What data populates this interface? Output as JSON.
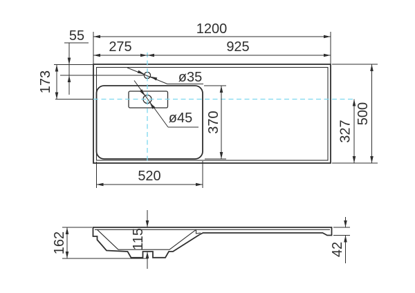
{
  "plan": {
    "total_width": "1200",
    "left_span": "275",
    "right_span": "925",
    "tap_hole_offset": "55",
    "drain_offset": "173",
    "bowl_depth": "370",
    "bowl_width": "520",
    "rear_offset": "327",
    "total_depth": "500",
    "tap_hole_diameter": "ø35",
    "drain_diameter": "ø45"
  },
  "section": {
    "total_height": "162",
    "inner_depth": "115",
    "edge_height": "42"
  },
  "colors": {
    "ink": "#2e2e2e",
    "centerline": "#7dd7ef",
    "background": "#ffffff"
  }
}
